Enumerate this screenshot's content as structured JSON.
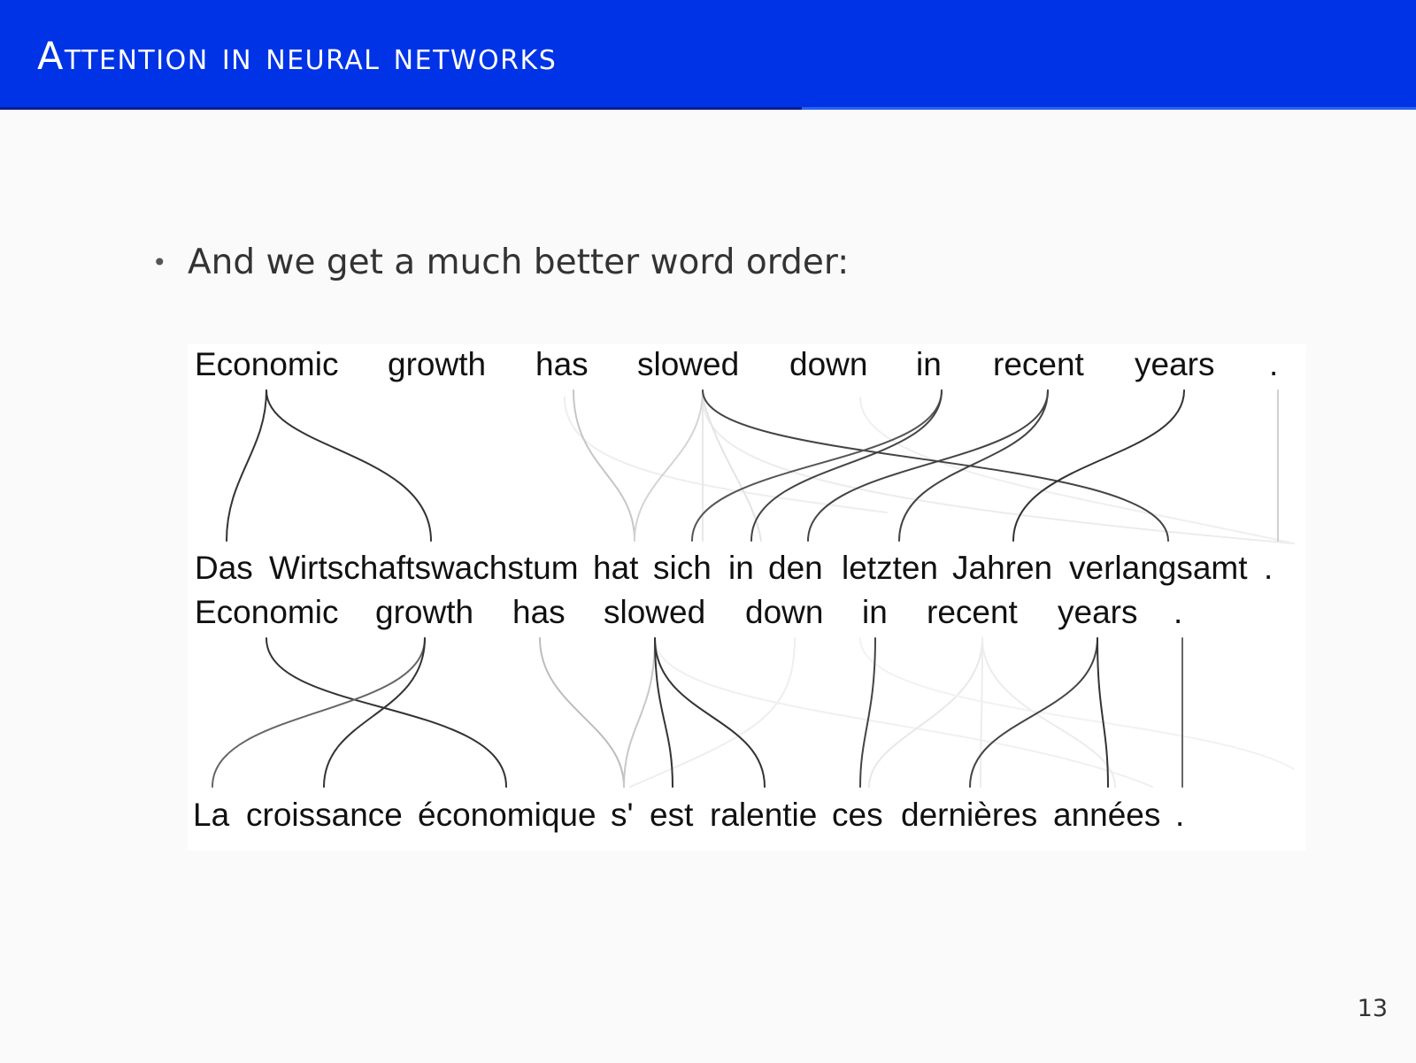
{
  "slide": {
    "title": "Attention in neural networks",
    "bullet": "And we get a much better word order:",
    "page_number": "13",
    "accent_color": "#0033e6"
  },
  "figure": {
    "alignments": [
      {
        "source": [
          "Economic",
          "growth",
          "has",
          "slowed",
          "down",
          "in",
          "recent",
          "years",
          "."
        ],
        "target": [
          "Das",
          "Wirtschaftswachstum",
          "hat",
          "sich",
          "in",
          "den",
          "letzten",
          "Jahren",
          "verlangsamt",
          "."
        ]
      },
      {
        "source": [
          "Economic",
          "growth",
          "has",
          "slowed",
          "down",
          "in",
          "recent",
          "years",
          "."
        ],
        "target": [
          "La",
          "croissance",
          "économique",
          "s'",
          "est",
          "ralentie",
          "ces",
          "dernières",
          "années",
          "."
        ]
      }
    ]
  }
}
